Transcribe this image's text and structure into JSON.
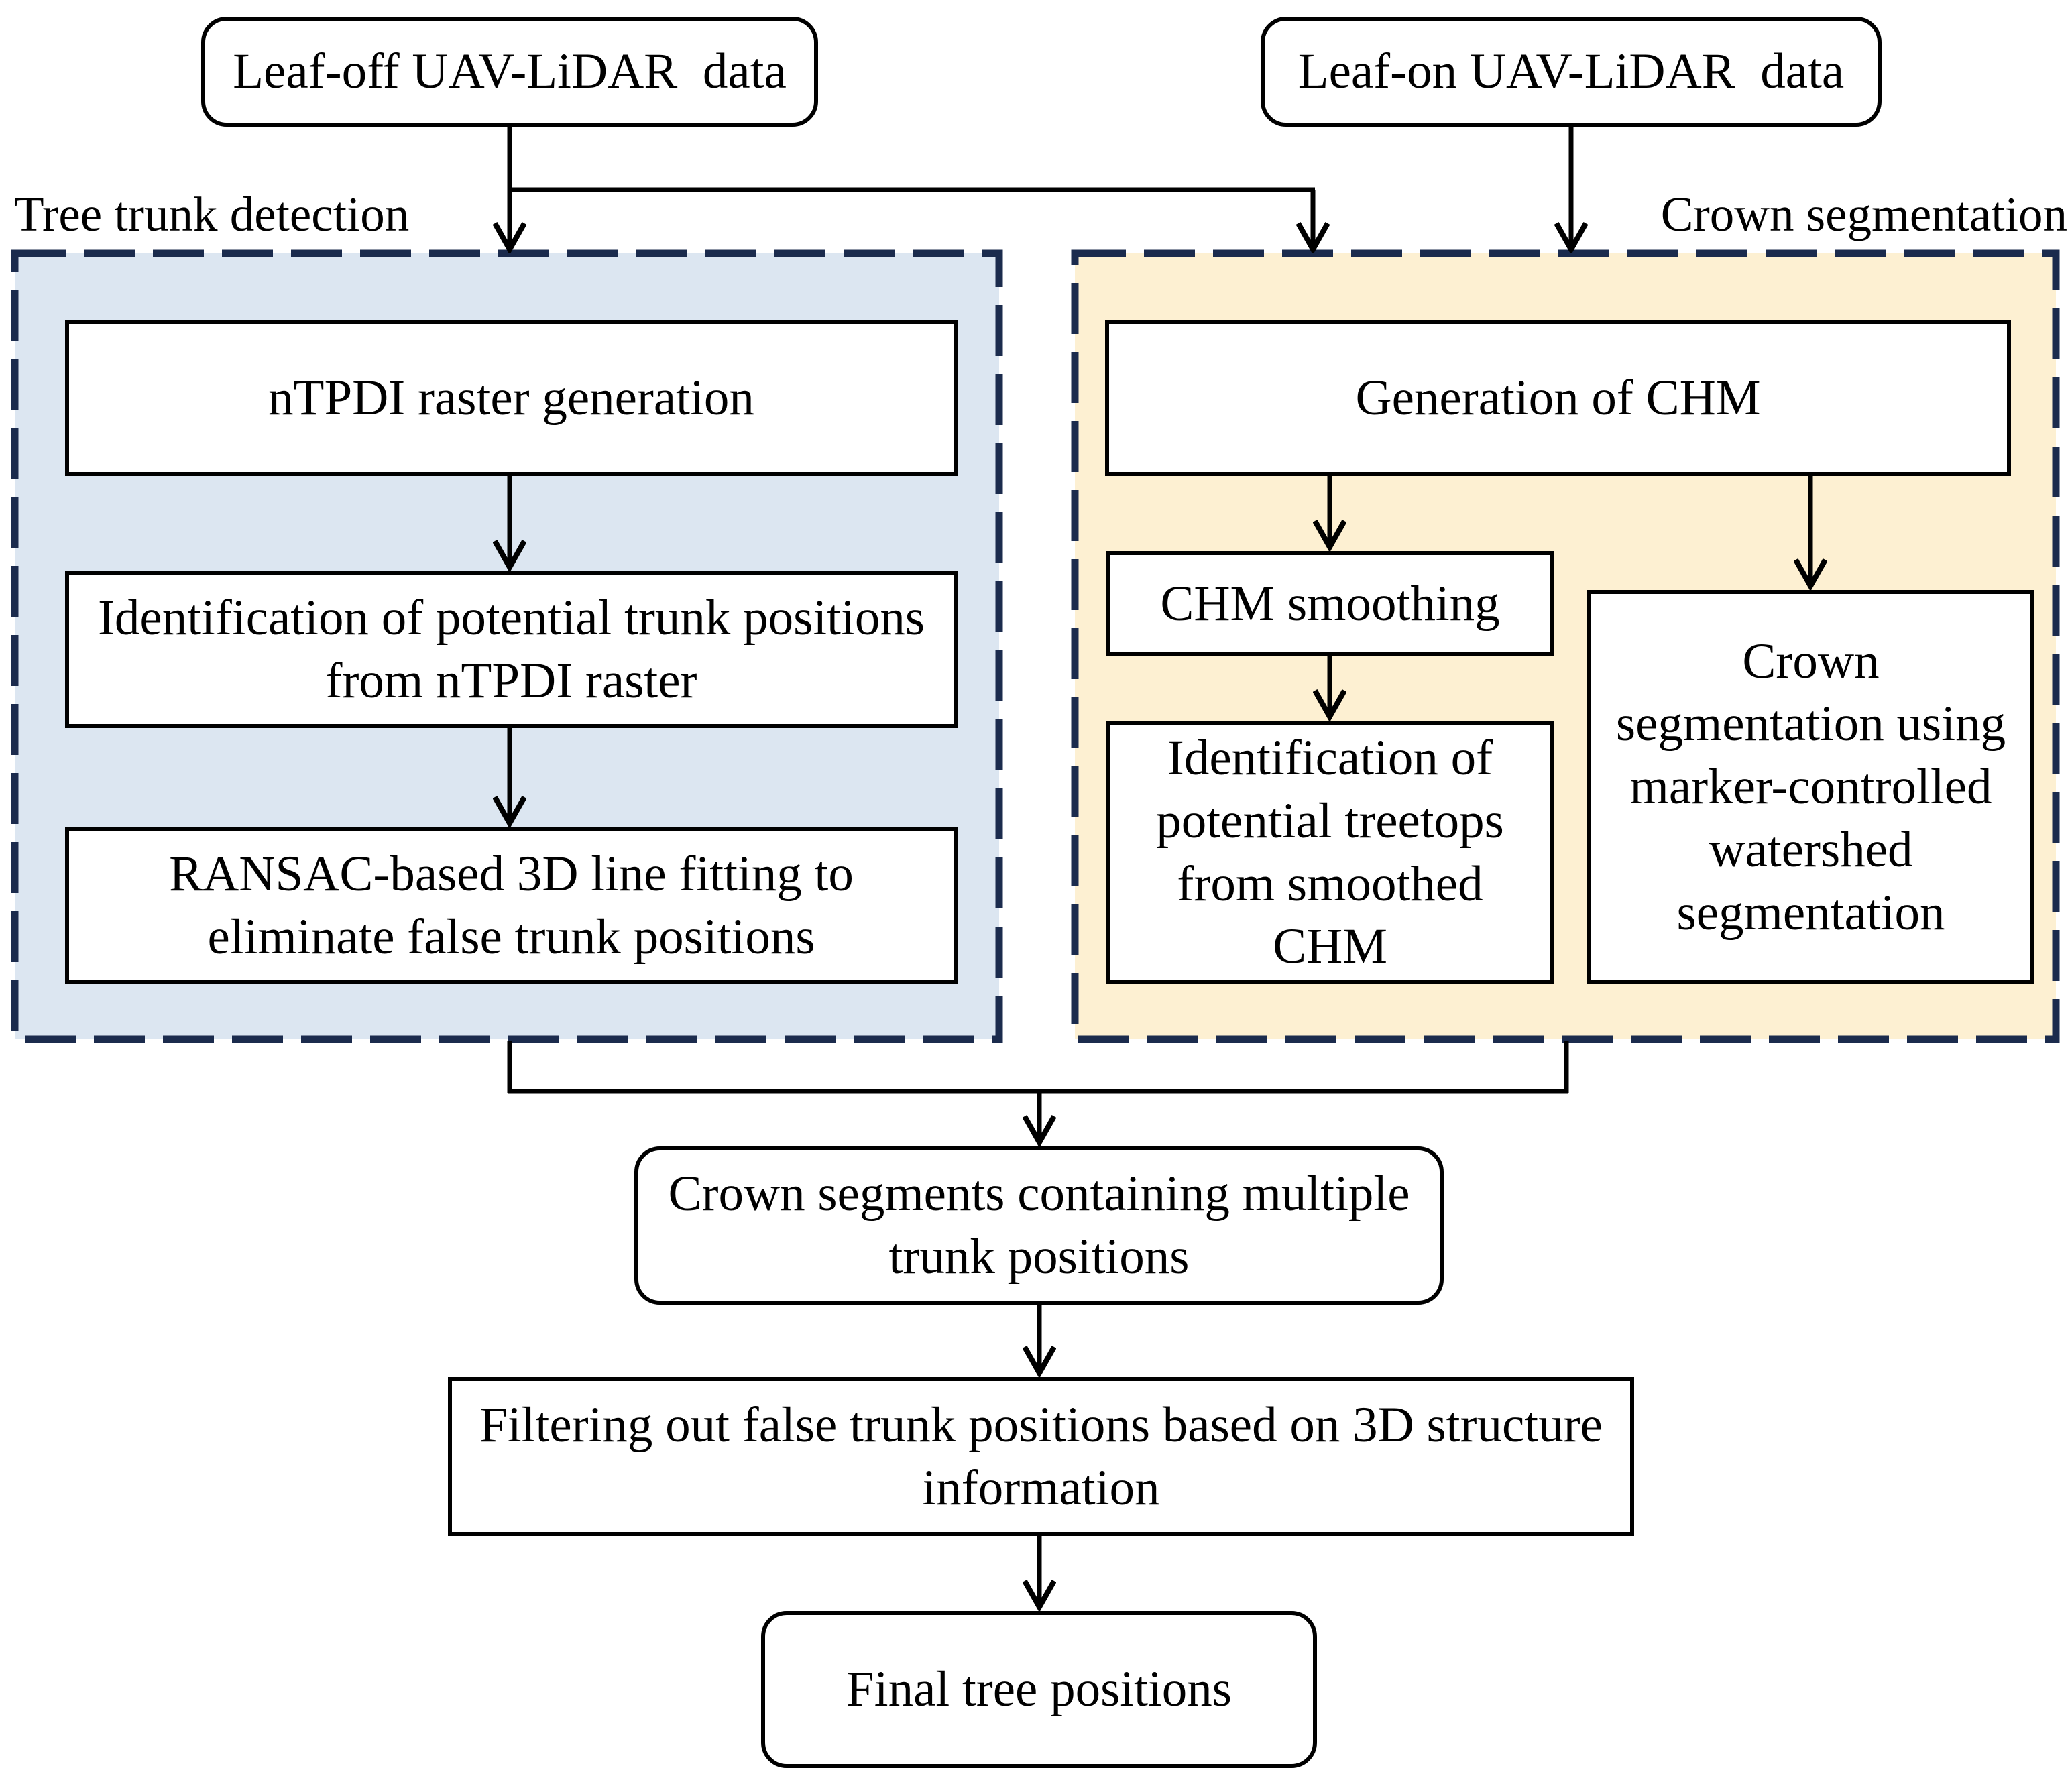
{
  "diagram": {
    "description": "Flowchart of tree position detection workflow from UAV-LiDAR data",
    "section_labels": {
      "left": "Tree trunk detection",
      "right": "Crown segmentation"
    },
    "nodes": {
      "leaf_off": "Leaf-off UAV-LiDAR  data",
      "leaf_on": "Leaf-on UAV-LiDAR  data",
      "ntpdi_raster": "nTPDI raster generation",
      "identify_trunk_positions": "Identification of potential trunk positions from nTPDI raster",
      "ransac_line_fitting": "RANSAC-based 3D line fitting to eliminate false trunk positions",
      "generation_of_chm": "Generation of CHM",
      "chm_smoothing": "CHM smoothing",
      "identify_treetops": "Identification of potential treetops from smoothed CHM",
      "watershed_segmentation": "Crown segmentation using marker-controlled watershed segmentation",
      "crown_segments": "Crown segments containing multiple trunk positions",
      "filtering_false_trunks": "Filtering out false trunk positions based on 3D structure information",
      "final_tree_positions": "Final tree positions"
    },
    "colors": {
      "left_panel_fill": "#dce6f1",
      "right_panel_fill": "#fdf0d2",
      "panel_dashed_border": "#1b2b4d",
      "box_border": "#000000",
      "arrow": "#000000",
      "background": "#ffffff"
    }
  }
}
